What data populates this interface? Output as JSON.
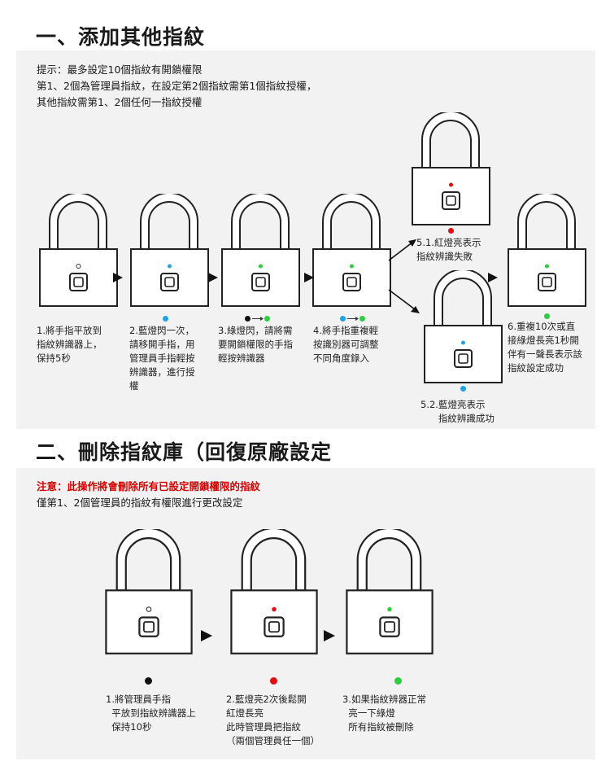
{
  "colors": {
    "red": "#e01010",
    "blue": "#22a3e0",
    "green": "#2ecc40",
    "black": "#111111",
    "warning": "#d40000"
  },
  "section1": {
    "title": "一、添加其他指紋",
    "notes": [
      "提示：最多設定10個指紋有開鎖權限",
      "第1、2個為管理員指紋，在設定第2個指紋需第1個指紋授權，",
      "其他指紋需第1、2個任何一指紋授權"
    ],
    "steps": [
      "1.將手指平放到\n指紋辨識器上，\n保持5秒",
      "2.藍燈閃一次，\n請移開手指，用\n管理員手指輕按\n辨識器，進行授\n權",
      "3.綠燈閃，請將需\n要開鎖權限的手指\n輕按辨識器",
      "4.將手指重複輕\n按識別器可調整\n不同角度錄入",
      "5.1.紅燈亮表示\n指紋辨識失敗",
      "5.2.藍燈亮表示\n      指紋辨識成功",
      "6.重複10次或直\n接綠燈長亮1秒開\n伴有一聲長表示該\n指紋設定成功"
    ]
  },
  "section2": {
    "title": "二、刪除指紋庫（回復原廠設定",
    "warning": "注意：此操作將會刪除所有已設定開鎖權限的指紋",
    "note": "僅第1、2個管理員的指紋有權限進行更改設定",
    "steps": [
      "1.將管理員手指\n  平放到指紋辨識器上\n  保持10秒",
      "2.藍燈亮2次後鬆開\n紅燈長亮\n此時管理員把指紋\n（兩個管理員任一個）",
      "3.如果指紋辨器正常\n  亮一下綠燈\n  所有指紋被刪除"
    ]
  }
}
